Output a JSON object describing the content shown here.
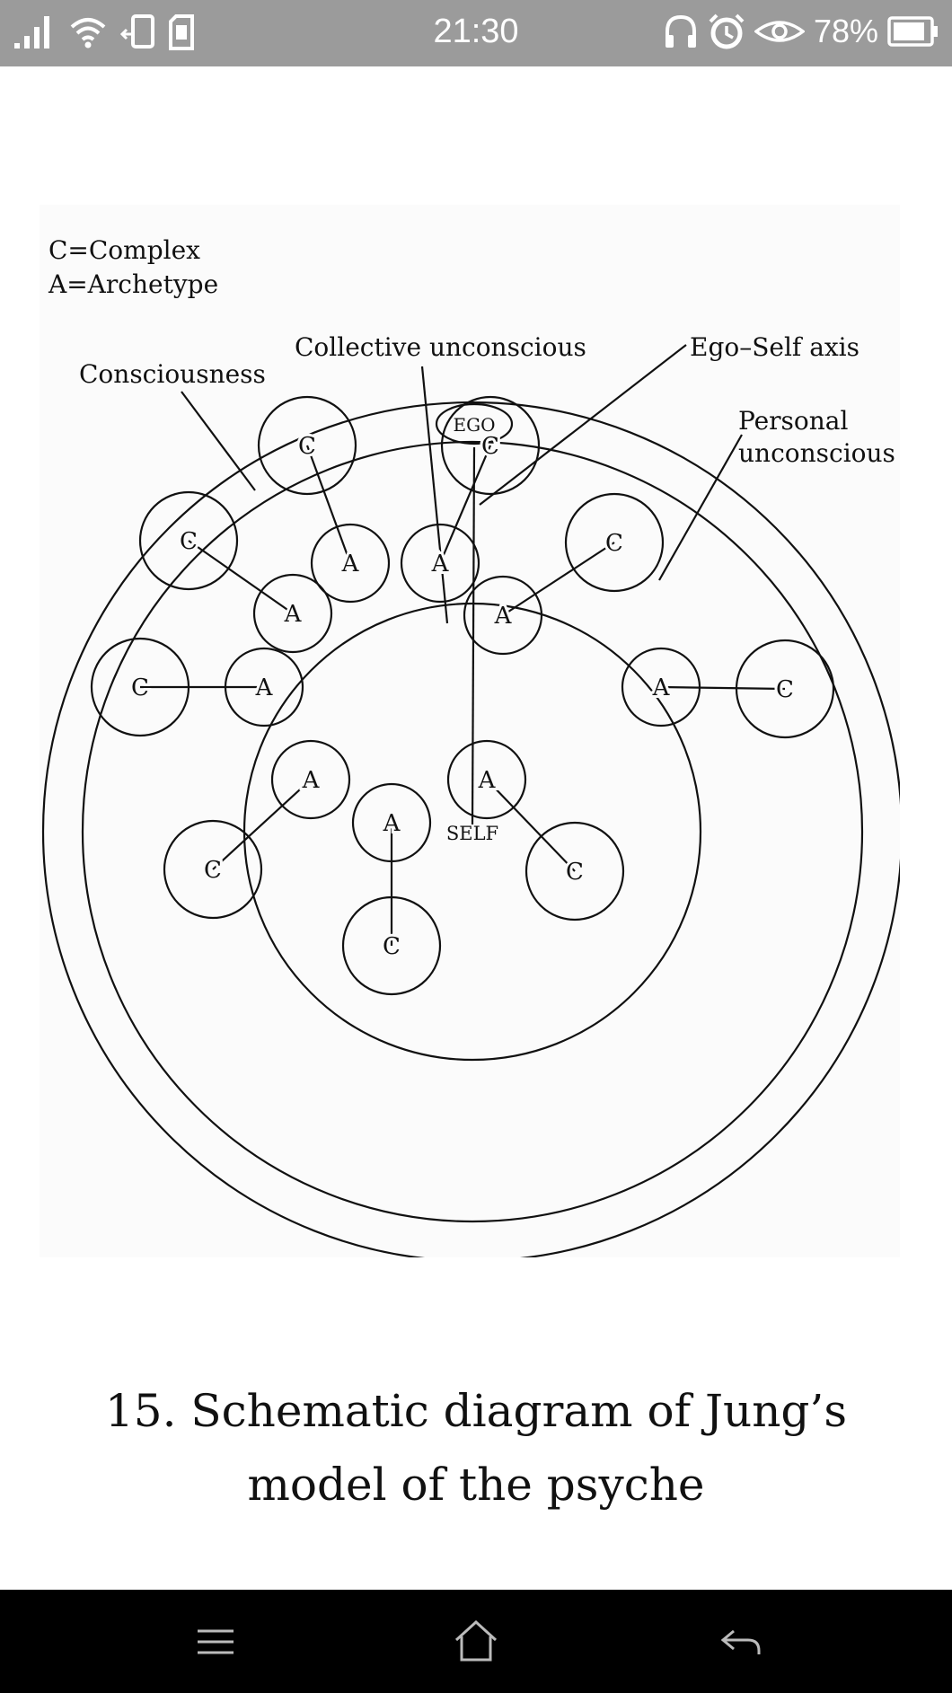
{
  "status_bar": {
    "time": "21:30",
    "battery_percent": "78%",
    "left_icons": [
      "signal-icon",
      "wifi-icon",
      "phone-transfer-icon",
      "sim-card-icon"
    ],
    "right_icons": [
      "headphones-icon",
      "alarm-icon",
      "eye-icon",
      "battery-icon"
    ],
    "background": "#9b9b9b"
  },
  "diagram": {
    "legend_complex": "C=Complex",
    "legend_archetype": "A=Archetype",
    "label_consciousness": "Consciousness",
    "label_collective": "Collective unconscious",
    "label_ego_self_axis": "Ego–Self axis",
    "label_personal_1": "Personal",
    "label_personal_2": "unconscious",
    "label_ego": "EGO",
    "label_self": "SELF",
    "complex_letter": "C",
    "archetype_letter": "A"
  },
  "caption": {
    "line1": "15. Schematic diagram of Jung’s",
    "line2": "model of the psyche"
  },
  "nav_bar": {
    "buttons": [
      "menu-icon",
      "home-icon",
      "back-icon"
    ],
    "background": "#000000"
  }
}
